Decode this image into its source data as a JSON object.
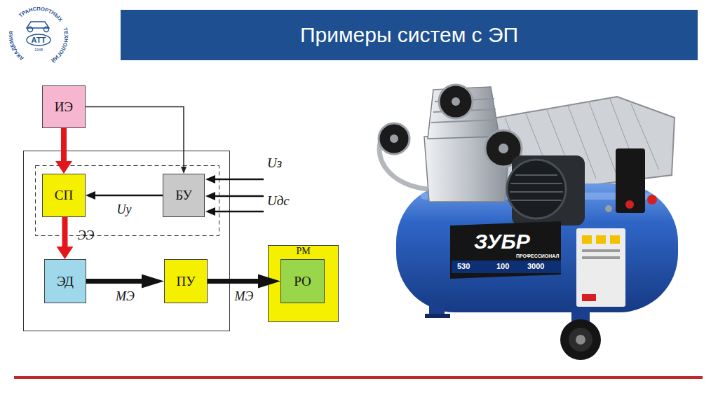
{
  "diagram": {
    "title": "Примеры систем с ЭП",
    "nodes": [
      {
        "text": [
          "ИЭ"
        ]
      },
      {
        "text": [
          "СП"
        ]
      },
      {
        "text": [
          "БУ"
        ]
      },
      {
        "text": [
          "ЭД"
        ]
      },
      {
        "text": [
          "ПУ"
        ]
      },
      {
        "text": [
          "РМ"
        ]
      },
      {
        "text": [
          "РО"
        ],
        "in": 5
      }
    ],
    "edges": [
      {
        "from": 0,
        "to": 1,
        "arrow": "to"
      },
      {
        "from": 0,
        "to": 2,
        "arrow": "to"
      },
      {
        "from": 2,
        "to": 1,
        "label": "Uу",
        "arrow": "to"
      },
      {
        "from": 1,
        "to": 3,
        "label": "ЭЭ",
        "arrow": "to"
      },
      {
        "from": 3,
        "to": 4,
        "label": "МЭ",
        "arrow": "to"
      },
      {
        "from": 4,
        "to": 6,
        "label": "МЭ",
        "arrow": "to"
      }
    ],
    "labels": [
      "АКАДЕМИЯ",
      "ТРАНСПОРТНЫХ",
      "ТЕХНОЛОГИЙ",
      "АТТ",
      "1948",
      "Uз",
      "Uдс",
      "ЗУБР",
      "ПРОФЕССИОНАЛ",
      "530",
      "100",
      "3000"
    ]
  }
}
